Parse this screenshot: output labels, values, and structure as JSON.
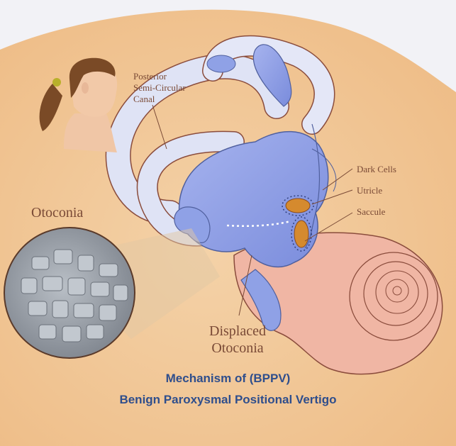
{
  "labels": {
    "posterior_canal": "Posterior\nSemi-Circular\nCanal",
    "otoconia": "Otoconia",
    "dark_cells": "Dark Cells",
    "utricle": "Utricle",
    "saccule": "Saccule",
    "displaced_otoconia": "Displaced\nOtoconia"
  },
  "caption": {
    "line1": "Mechanism of (BPPV)",
    "line2": "Benign Paroxysmal Positional Vertigo"
  },
  "colors": {
    "background_beige": "#f1c896",
    "labyrinth_blue": "#8fa1e6",
    "cochlea_pink": "#f0b6a4",
    "otoconia_orange": "#d58a2e",
    "caption_blue": "#2f4e8c",
    "label_brown": "#7a4a36"
  }
}
